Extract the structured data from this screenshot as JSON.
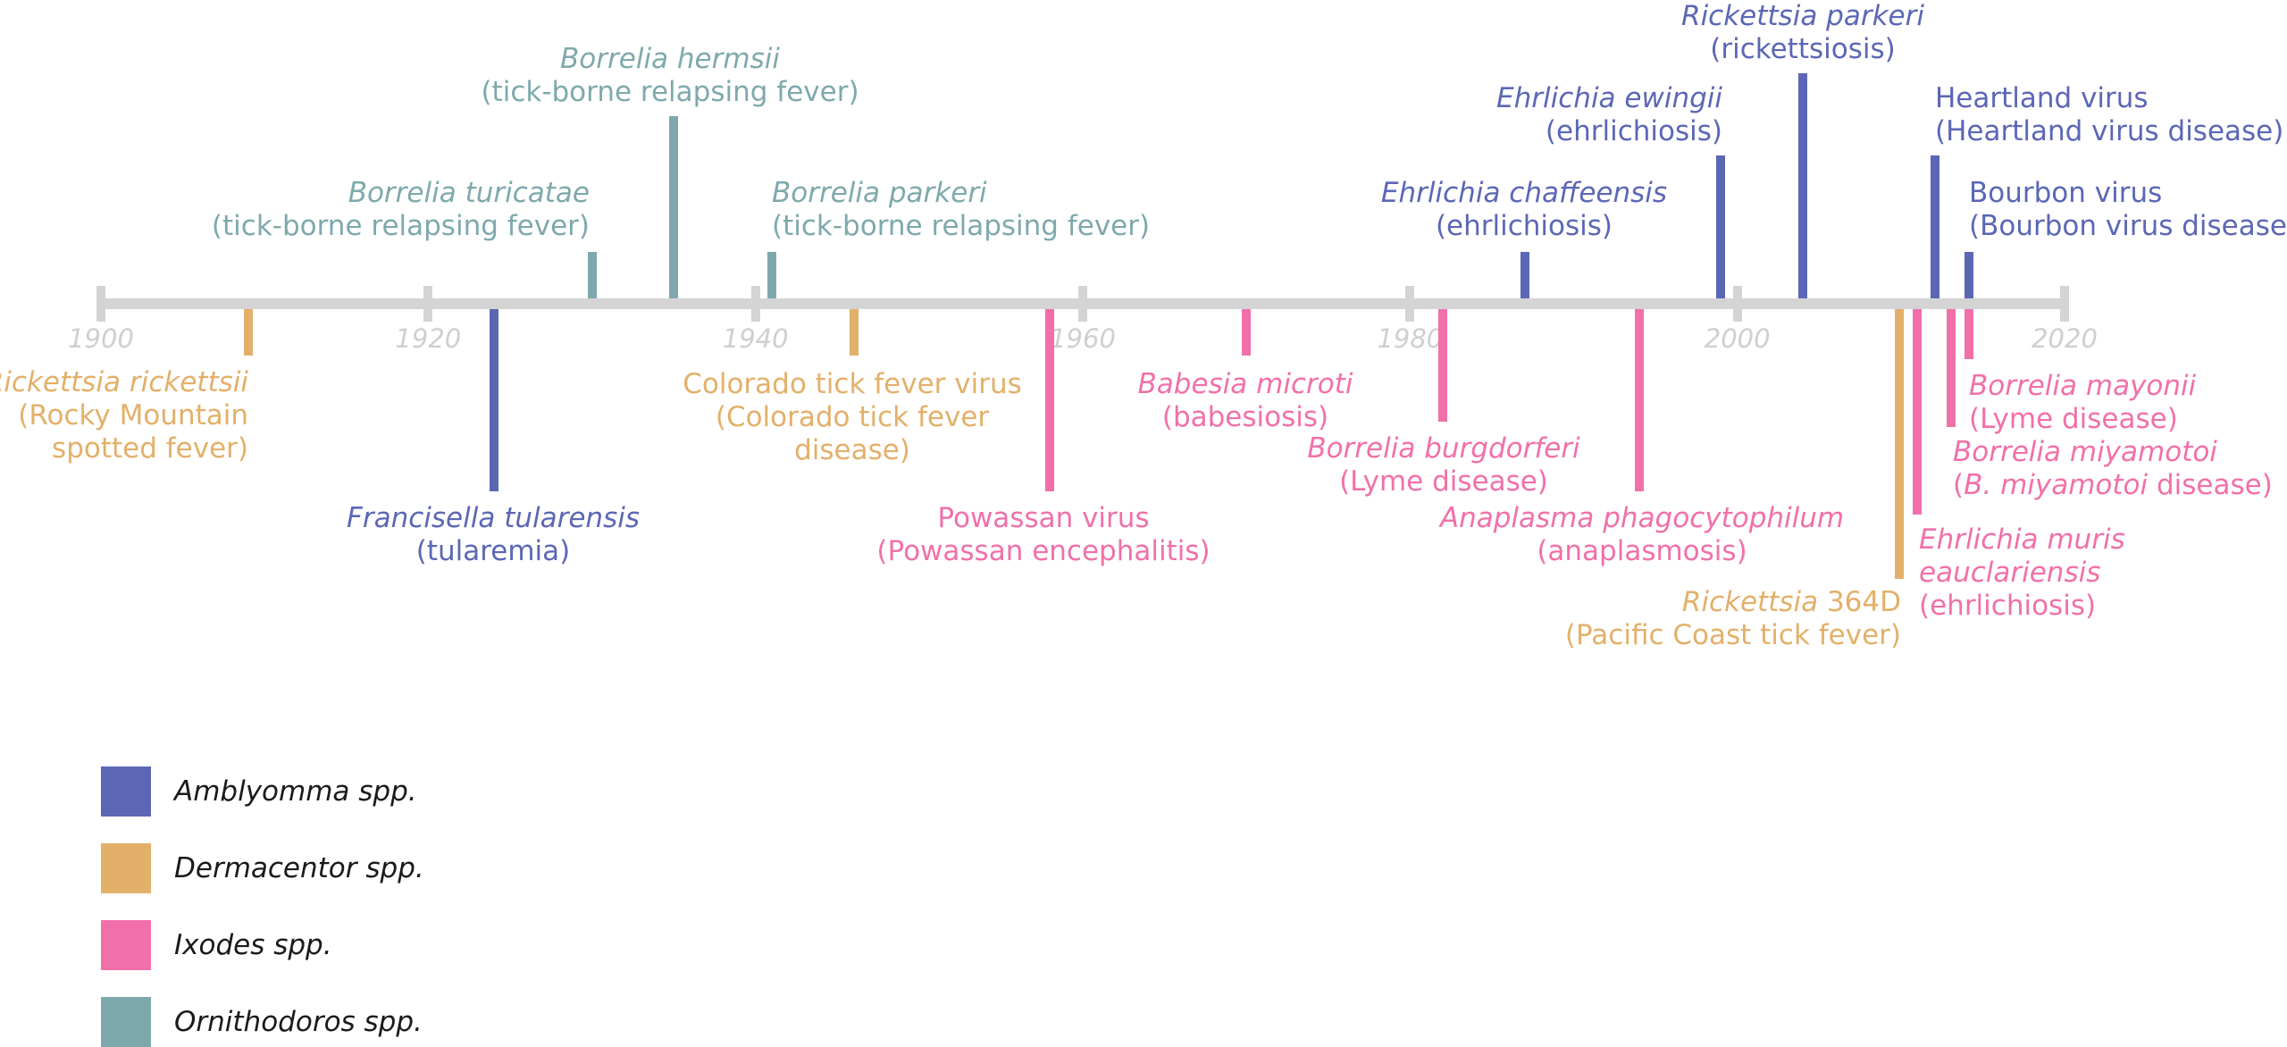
{
  "colors": {
    "axis": "#d4d4d4",
    "year_label": "#cfcfcf",
    "amblyomma": "#5b67b5",
    "dermacentor": "#e3b06a",
    "ixodes": "#f170aa",
    "ornithodoros": "#7ea9ac"
  },
  "axis": {
    "start": 1900,
    "end": 2020
  },
  "years": [
    "1900",
    "1920",
    "1940",
    "1960",
    "1980",
    "2000",
    "2020"
  ],
  "legend": [
    {
      "key": "amblyomma",
      "label": "Amblyomma spp."
    },
    {
      "key": "dermacentor",
      "label": "Dermacentor spp."
    },
    {
      "key": "ixodes",
      "label": "Ixodes spp."
    },
    {
      "key": "ornithodoros",
      "label": "Ornithodoros spp."
    }
  ],
  "events": [
    {
      "id": "rickettsia-rickettsii",
      "year": 1909,
      "genus": "dermacentor",
      "side": "below",
      "species": "Rickettsia rickettsii",
      "disease": [
        "(Rocky Mountain",
        "spotted fever)"
      ]
    },
    {
      "id": "francisella-tularensis",
      "year": 1924,
      "genus": "amblyomma",
      "side": "below",
      "species": "Francisella tularensis",
      "disease": [
        "(tularemia)"
      ]
    },
    {
      "id": "borrelia-turicatae",
      "year": 1930,
      "genus": "ornithodoros",
      "side": "above",
      "species": "Borrelia turicatae",
      "disease": [
        "(tick-borne relapsing fever)"
      ]
    },
    {
      "id": "borrelia-hermsii",
      "year": 1935,
      "genus": "ornithodoros",
      "side": "above",
      "species": "Borrelia hermsii",
      "disease": [
        "(tick-borne relapsing fever)"
      ]
    },
    {
      "id": "borrelia-parkeri",
      "year": 1941,
      "genus": "ornithodoros",
      "side": "above",
      "species": "Borrelia parkeri",
      "disease": [
        "(tick-borne relapsing fever)"
      ]
    },
    {
      "id": "colorado-tick-fever-virus",
      "year": 1946,
      "genus": "dermacentor",
      "side": "below",
      "name": "Colorado tick fever virus",
      "disease": [
        "(Colorado tick fever",
        "disease)"
      ]
    },
    {
      "id": "powassan-virus",
      "year": 1958,
      "genus": "ixodes",
      "side": "below",
      "name": "Powassan virus",
      "disease": [
        "(Powassan encephalitis)"
      ]
    },
    {
      "id": "babesia-microti",
      "year": 1970,
      "genus": "ixodes",
      "side": "below",
      "species": "Babesia microti",
      "disease": [
        "(babesiosis)"
      ]
    },
    {
      "id": "borrelia-burgdorferi",
      "year": 1982,
      "genus": "ixodes",
      "side": "below",
      "species": "Borrelia burgdorferi",
      "disease": [
        "(Lyme disease)"
      ]
    },
    {
      "id": "ehrlichia-chaffeensis",
      "year": 1987,
      "genus": "amblyomma",
      "side": "above",
      "species": "Ehrlichia chaffeensis",
      "disease": [
        "(ehrlichiosis)"
      ]
    },
    {
      "id": "anaplasma-phagocytophilum",
      "year": 1994,
      "genus": "ixodes",
      "side": "below",
      "species": "Anaplasma phagocytophilum",
      "disease": [
        "(anaplasmosis)"
      ]
    },
    {
      "id": "ehrlichia-ewingii",
      "year": 1999,
      "genus": "amblyomma",
      "side": "above",
      "species": "Ehrlichia ewingii",
      "disease": [
        "(ehrlichiosis)"
      ]
    },
    {
      "id": "rickettsia-parkeri",
      "year": 2004,
      "genus": "amblyomma",
      "side": "above",
      "species": "Rickettsia parkeri",
      "disease": [
        "(rickettsiosis)"
      ]
    },
    {
      "id": "rickettsia-364d",
      "year": 2010,
      "genus": "dermacentor",
      "side": "below",
      "species": "Rickettsia",
      "suffix": " 364D",
      "disease": [
        "(Pacific Coast tick fever)"
      ]
    },
    {
      "id": "ehrlichia-muris",
      "year": 2011,
      "genus": "ixodes",
      "side": "below",
      "species_lines": [
        "Ehrlichia muris",
        "eauclariensis"
      ],
      "disease": [
        "(ehrlichiosis)"
      ]
    },
    {
      "id": "heartland-virus",
      "year": 2012,
      "genus": "amblyomma",
      "side": "above",
      "name": "Heartland virus",
      "disease": [
        "(Heartland virus disease)"
      ]
    },
    {
      "id": "borrelia-miyamotoi",
      "year": 2013,
      "genus": "ixodes",
      "side": "below",
      "species": "Borrelia miyamotoi",
      "disease_prefix": "(",
      "disease_italic": "B. miyamotoi",
      "disease_rest": " disease)"
    },
    {
      "id": "borrelia-mayonii",
      "year": 2014,
      "genus": "ixodes",
      "side": "below",
      "species": "Borrelia mayonii",
      "disease": [
        "(Lyme disease)"
      ]
    },
    {
      "id": "bourbon-virus",
      "year": 2014,
      "genus": "amblyomma",
      "side": "above",
      "name": "Bourbon virus",
      "disease": [
        "(Bourbon virus disease)"
      ]
    }
  ]
}
